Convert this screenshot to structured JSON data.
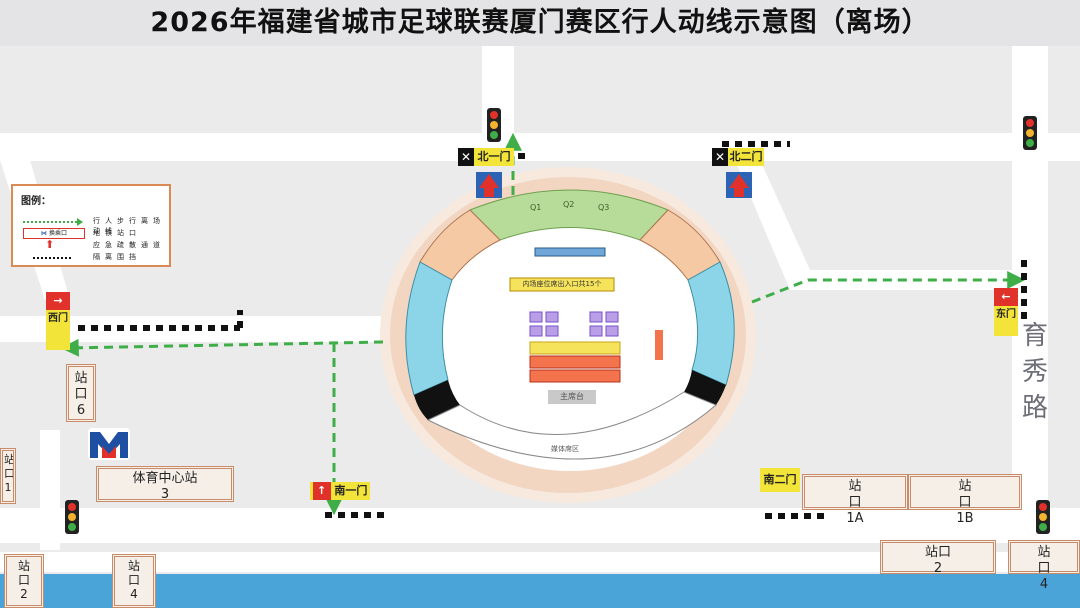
{
  "title": "2026年福建省城市足球联赛厦门赛区行人动线示意图（离场）",
  "legend": {
    "heading": "图例：",
    "items": [
      {
        "label": "行人步行离场动线",
        "symbol": "green-dotted-arrow"
      },
      {
        "label": "地铁站口",
        "symbol": "metro-gate-icon",
        "symbol_text": "换乘口"
      },
      {
        "label": "应急疏散通道",
        "symbol": "red-up-arrow-icon"
      },
      {
        "label": "隔离围挡",
        "symbol": "black-dotted-line"
      }
    ]
  },
  "gates": {
    "north_1": "北一门",
    "north_2": "北二门",
    "east": "东门",
    "west": "西门",
    "south_1": "南一门",
    "south_2": "南二门"
  },
  "metro_station": "体育中心站3",
  "station_exits": {
    "exit_6": "站口6",
    "exit_1": "站口1",
    "exit_2": "站口2",
    "exit_4_left": "站口4",
    "exit_1a": "站口1A",
    "exit_1b": "站口1B",
    "exit_2_right": "站口2",
    "exit_4_right": "站口4"
  },
  "road_name": "育秀路",
  "stadium": {
    "entry_notice": "内场座位席出入口共15个",
    "stage_label": "主席台",
    "north_stand_labels": [
      "Q1",
      "Q2",
      "Q3"
    ],
    "south_label": "媒体席区"
  },
  "colors": {
    "accent_green": "#3fae49",
    "arrow_red": "#e0312a",
    "gate_yellow": "#f3e43a",
    "badge_border": "#c98c6a",
    "metro_blue": "#1f4fa3",
    "metro_red": "#e0312a"
  }
}
